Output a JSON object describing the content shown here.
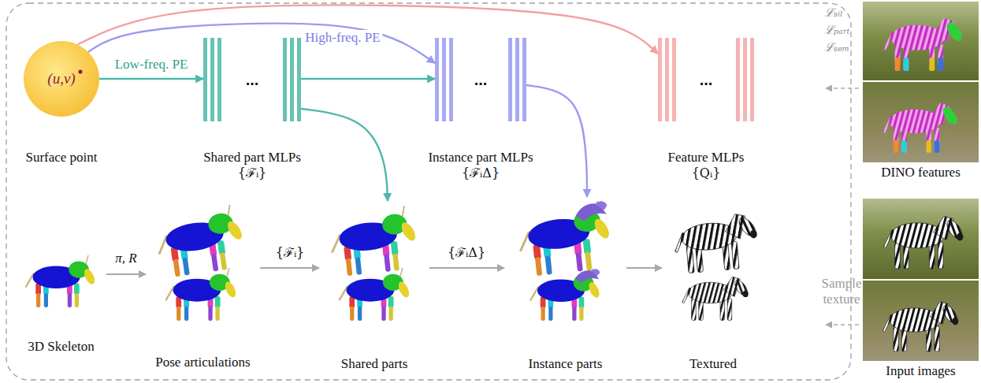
{
  "diagram": {
    "nodes": [
      {
        "text": [
          "(u,v)",
          "Surface point"
        ]
      },
      {
        "text": [
          "...",
          "Shared part MLPs",
          "{ℱᵢ}"
        ]
      },
      {
        "text": [
          "...",
          "Instance part MLPs",
          "{ℱᵢΔ}"
        ]
      },
      {
        "text": [
          "...",
          "Feature MLPs",
          "{Qᵢ}"
        ]
      },
      {
        "text": [
          "DINO features"
        ]
      },
      {
        "text": [
          "3D Skeleton"
        ]
      },
      {
        "text": [
          "Pose articulations"
        ]
      },
      {
        "text": [
          "Shared parts"
        ]
      },
      {
        "text": [
          "Instance parts"
        ]
      },
      {
        "text": [
          "Textured"
        ]
      },
      {
        "text": [
          "Input images"
        ]
      }
    ],
    "edges": [
      {
        "from": 0,
        "to": 1,
        "label": "Low-freq. PE",
        "arrow": "to"
      },
      {
        "from": 0,
        "to": 2,
        "label": "High-freq. PE",
        "arrow": "to"
      },
      {
        "from": 0,
        "to": 3,
        "arrow": "to"
      },
      {
        "from": 1,
        "to": 2,
        "arrow": "to"
      },
      {
        "from": 1,
        "to": 7,
        "arrow": "to"
      },
      {
        "from": 2,
        "to": 8,
        "arrow": "to"
      },
      {
        "from": 5,
        "to": 6,
        "label": "π, R",
        "arrow": "to"
      },
      {
        "from": 6,
        "to": 7,
        "label": "{ℱᵢ}",
        "arrow": "to"
      },
      {
        "from": 7,
        "to": 8,
        "label": "{ℱᵢΔ}",
        "arrow": "to"
      },
      {
        "from": 8,
        "to": 9,
        "arrow": "to"
      }
    ],
    "labels": [
      "ℒₛᵢₗ",
      "ℒₚₐᵣₜ",
      "ℒₛₑₘ",
      "Sample texture"
    ]
  }
}
